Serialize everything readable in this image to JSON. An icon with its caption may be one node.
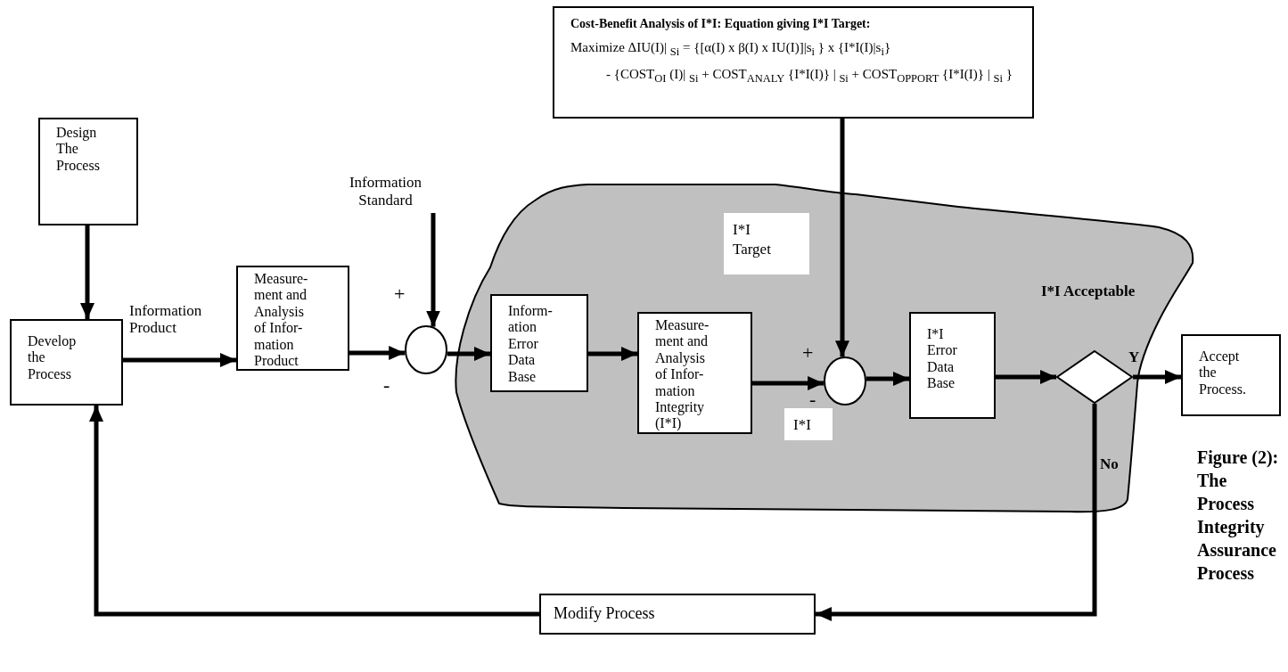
{
  "diagram": {
    "caption": "Figure (2): The Process Integrity Assurance Process",
    "nodes": [
      {
        "text": [
          "Cost-Benefit Analysis of I*I: Equation giving I*I Target:",
          "Maximize ΔIU(I)| $_{Si}$ = {[α(I) x β(I) x IU(I)]|s$_{i}$ } x {I*I(I)|s$_{i}$}",
          "- {COST$_{OI}$ (I)| $_{Si}$ + COST$_{ANALY}$ {I*I(I)} | $_{Si}$ + COST$_{OPPORT}$ {I*I(I)} | $_{Si}$ }"
        ]
      },
      {
        "text": [
          "Design The Process"
        ]
      },
      {
        "text": [
          "Develop the Process"
        ]
      },
      {
        "text": [
          "Measure-ment and Analysis of Infor-mation Product"
        ]
      },
      {
        "text": [
          "Information Standard"
        ]
      },
      {
        "text": [],
        "shape": "circle"
      },
      {
        "text": [],
        "shape": "cloud"
      },
      {
        "text": [
          "Inform-ation Error Data Base"
        ],
        "in": 6
      },
      {
        "text": [
          "I*I Target"
        ],
        "in": 6
      },
      {
        "text": [
          "Measure-ment and Analysis of Infor-mation Integrity (I*I)"
        ],
        "in": 6
      },
      {
        "text": [],
        "shape": "circle",
        "in": 6
      },
      {
        "text": [
          "I*I"
        ],
        "in": 6
      },
      {
        "text": [
          "I*I Error Data Base"
        ],
        "in": 6
      },
      {
        "text": [],
        "shape": "diamond",
        "in": 6,
        "beside": [
          "I*I Acceptable"
        ]
      },
      {
        "text": [
          "Accept the Process."
        ]
      },
      {
        "text": [
          "Modify Process"
        ]
      }
    ],
    "edges": [
      {
        "from": 1,
        "to": 2,
        "arrow": "to"
      },
      {
        "from": 2,
        "to": 3,
        "arrow": "to",
        "label": "Information Product"
      },
      {
        "from": 3,
        "to": 5,
        "arrow": "to"
      },
      {
        "from": 4,
        "to": 5,
        "arrow": "to"
      },
      {
        "from": 5,
        "to": 7,
        "arrow": "to"
      },
      {
        "from": 7,
        "to": 9,
        "arrow": "to"
      },
      {
        "from": 9,
        "to": 10,
        "arrow": "to"
      },
      {
        "from": 0,
        "to": 10,
        "arrow": "to"
      },
      {
        "from": 10,
        "to": 12,
        "arrow": "to"
      },
      {
        "from": 12,
        "to": 13,
        "arrow": "to"
      },
      {
        "from": 13,
        "to": 14,
        "arrow": "to",
        "label": "Y"
      },
      {
        "from": 13,
        "to": 15,
        "arrow": "to",
        "label": "No"
      },
      {
        "from": 15,
        "to": 2,
        "arrow": "to"
      }
    ],
    "labels": [
      "+",
      "+",
      "-",
      "-"
    ]
  }
}
